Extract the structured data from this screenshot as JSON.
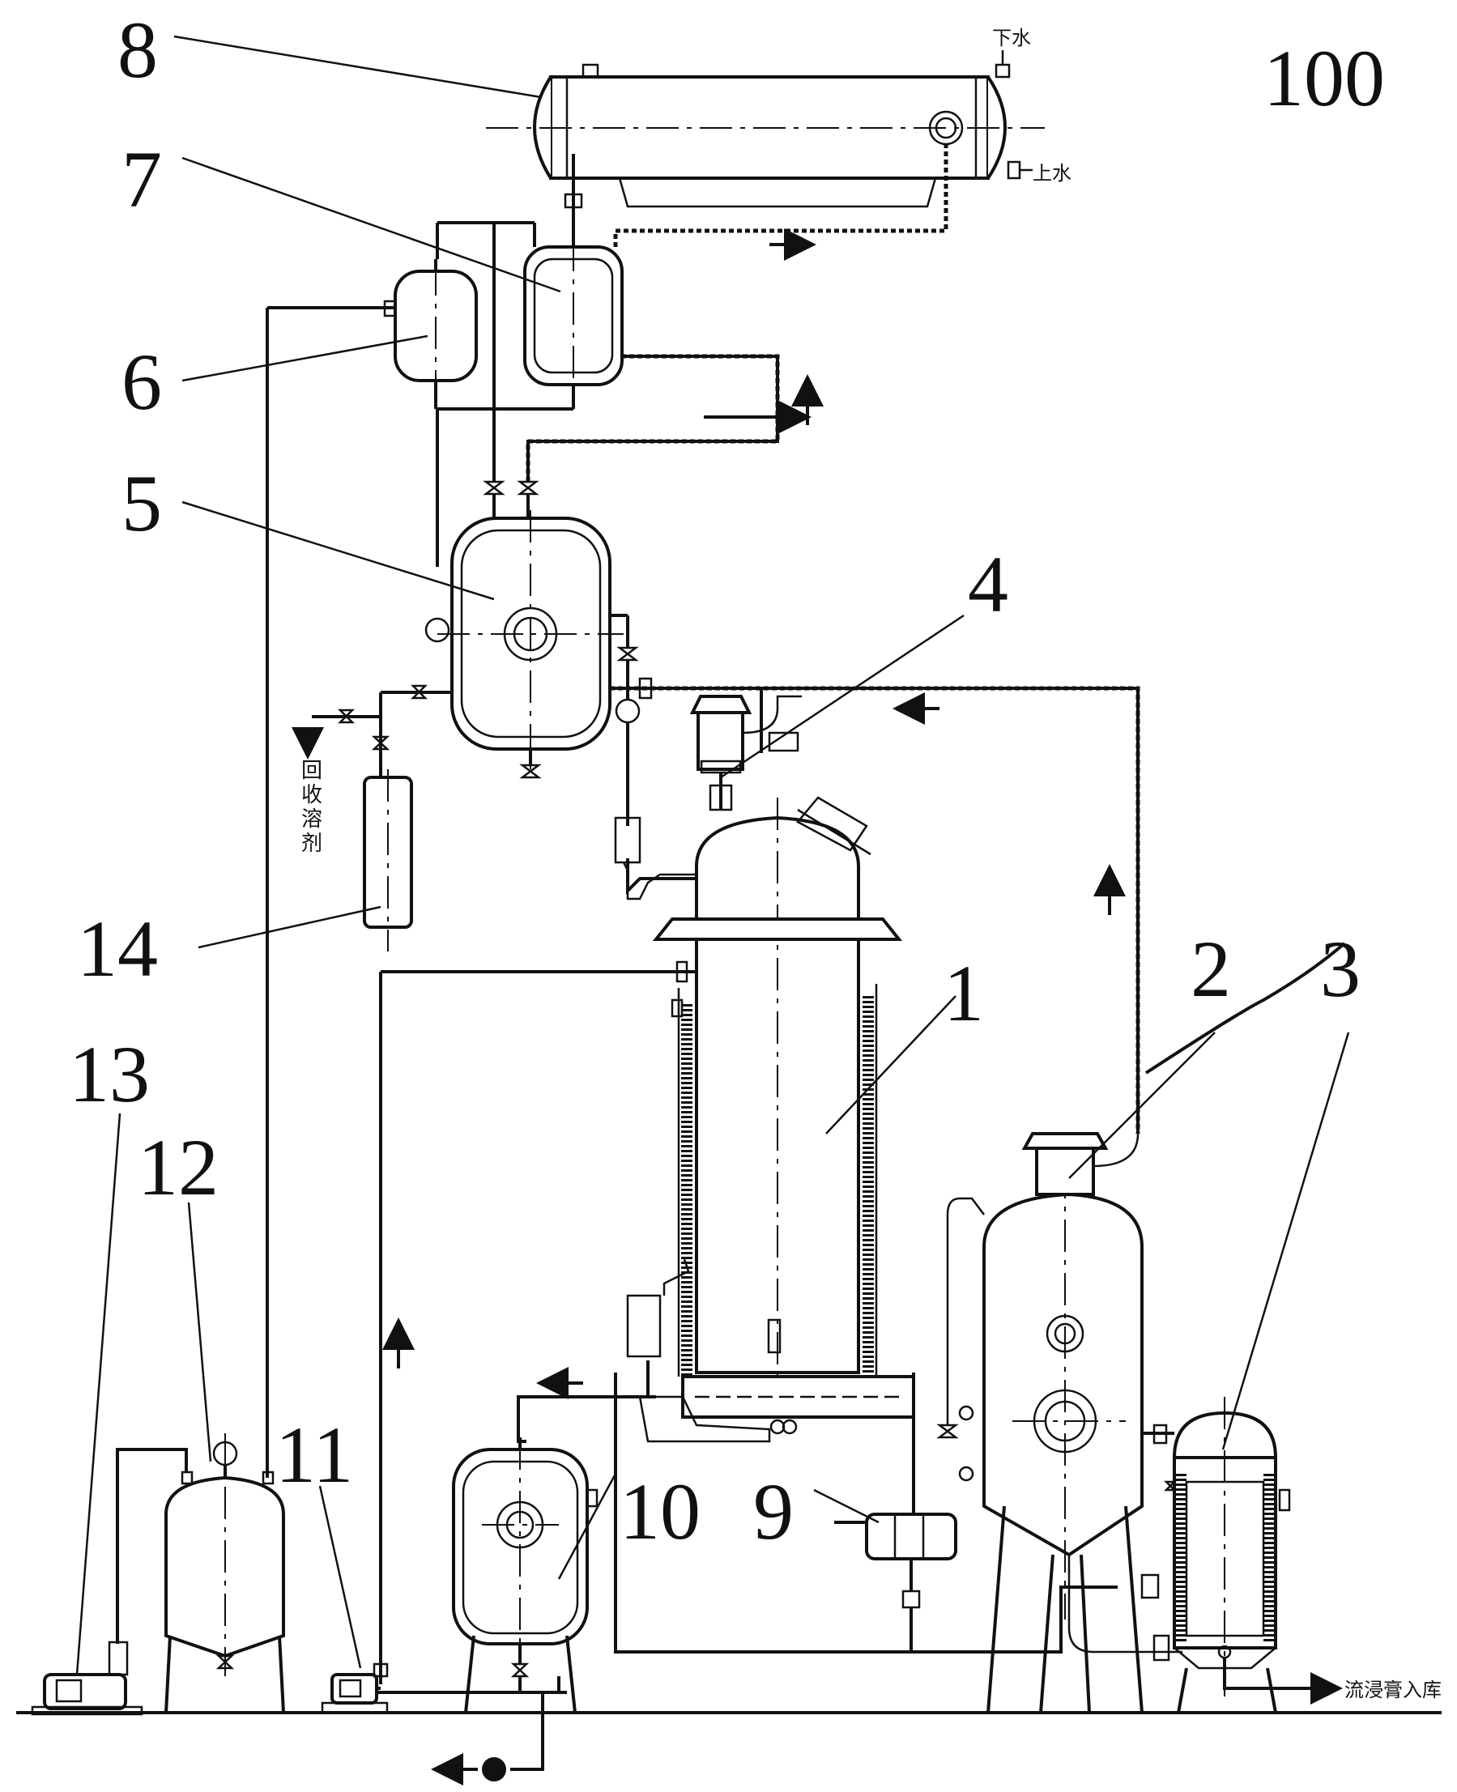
{
  "figure_number": "100",
  "components": [
    {
      "id": "1"
    },
    {
      "id": "2"
    },
    {
      "id": "3"
    },
    {
      "id": "4"
    },
    {
      "id": "5"
    },
    {
      "id": "6"
    },
    {
      "id": "7"
    },
    {
      "id": "8"
    },
    {
      "id": "9"
    },
    {
      "id": "10"
    },
    {
      "id": "11"
    },
    {
      "id": "12"
    },
    {
      "id": "13"
    },
    {
      "id": "14"
    }
  ],
  "text_labels": {
    "water_out": "下水",
    "water_in": "上水",
    "solvent_recovery": "回收溶剂",
    "extract_to_storage": "流浸膏入库"
  },
  "colors": {
    "line": "#111111",
    "background": "#ffffff"
  }
}
